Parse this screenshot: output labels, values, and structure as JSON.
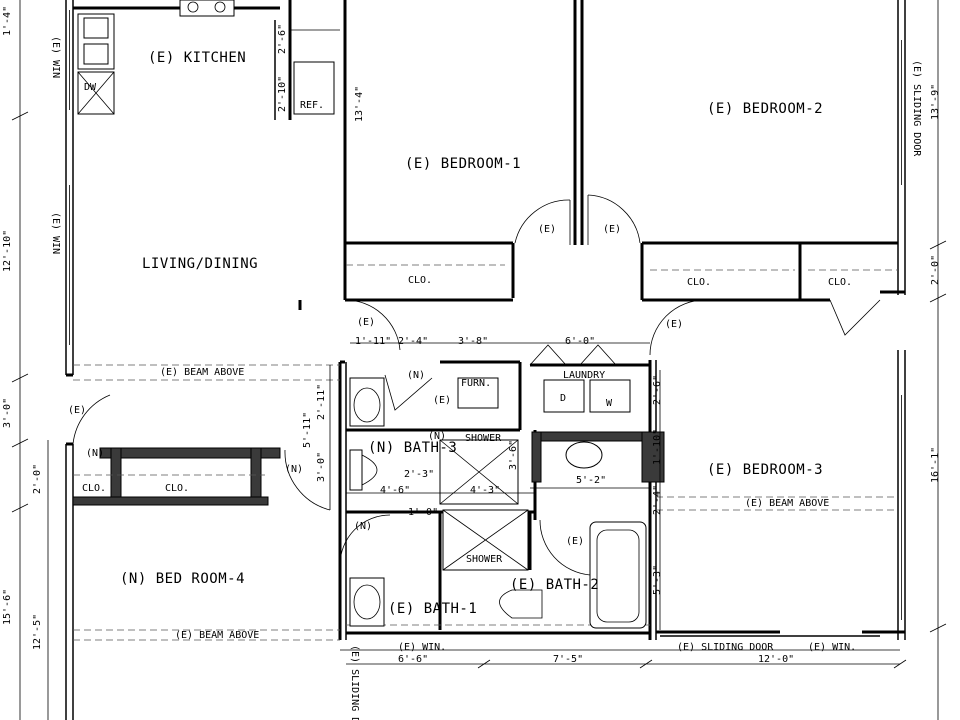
{
  "rooms": {
    "kitchen": "(E) KITCHEN",
    "living_dining": "LIVING/DINING",
    "bedroom1": "(E) BEDROOM-1",
    "bedroom2": "(E) BEDROOM-2",
    "bedroom3": "(E) BEDROOM-3",
    "bedroom4": "(N) BED ROOM-4",
    "bath1": "(E) BATH-1",
    "bath2": "(E) BATH-2",
    "bath3": "(N) BATH-3"
  },
  "labels": {
    "clo": "CLO.",
    "ref": "REF.",
    "dw": "DW",
    "furn": "FURN.",
    "laundry": "LAUNDRY",
    "shower": "SHOWER",
    "washer": "W",
    "dryer": "D",
    "e": "(E)",
    "n": "(N)",
    "e_win": "(E) WIN.",
    "e_win_space": "(E) WIN",
    "sliding_door": "(E) SLIDING DOOR",
    "sliding_door_short": "SLIDING DOOR",
    "beam_above": "(E) BEAM ABOVE"
  },
  "dimensions": {
    "d_1_4": "1'-4\"",
    "d_2_6": "2'-6\"",
    "d_2_10": "2'-10\"",
    "d_13_4": "13'-4\"",
    "d_13_9": "13'-9\"",
    "d_12_10": "12'-10\"",
    "d_2_0": "2'-0\"",
    "d_3_0": "3'-0\"",
    "d_1_11": "1'-11\"",
    "d_2_4": "2'-4\"",
    "d_3_8": "3'-8\"",
    "d_6_0": "6'-0\"",
    "d_2_11": "2'-11\"",
    "d_5_11": "5'-11\"",
    "d_2_3": "2'-3\"",
    "d_3_6": "3'-6\"",
    "d_4_6": "4'-6\"",
    "d_4_3": "4'-3\"",
    "d_1_0": "1'-0\"",
    "d_5_2": "5'-2\"",
    "d_1_10": "1'-10\"",
    "d_16_1": "16'-1\"",
    "d_5_3": "5'-3\"",
    "d_15_6": "15'-6\"",
    "d_12_5": "12'-5\"",
    "d_6_6": "6'-6\"",
    "d_7_5": "7'-5\"",
    "d_12_0": "12'-0\""
  }
}
